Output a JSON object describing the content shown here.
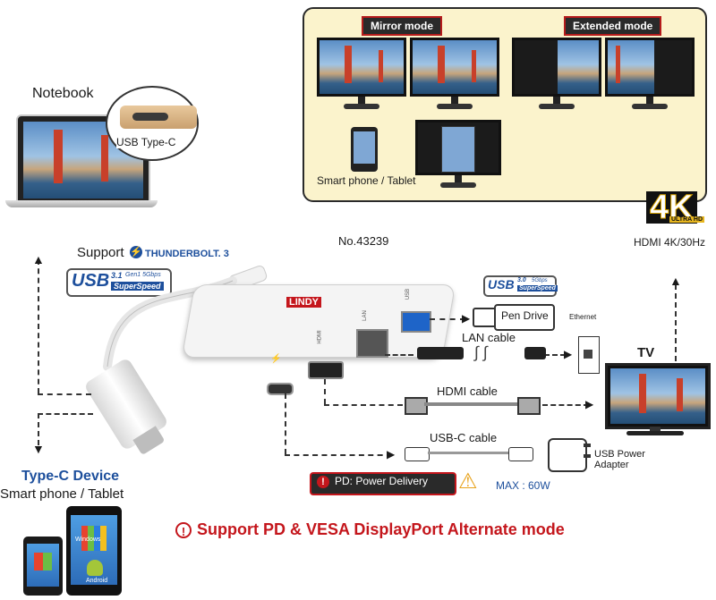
{
  "mode_panel": {
    "mirror_label": "Mirror mode",
    "extended_label": "Extended mode",
    "phone_label": "Smart phone / Tablet"
  },
  "notebook": {
    "title": "Notebook",
    "port_label": "USB Type-C"
  },
  "product": {
    "number": "No.43239",
    "brand": "LINDY",
    "port_labels": [
      "USB",
      "LAN",
      "HDMI"
    ]
  },
  "support": {
    "prefix": "Support",
    "thunderbolt": "THUNDERBOLT. 3",
    "usb_spec": "USB",
    "usb_version": "3.1",
    "usb_gen": "Gen1 5Gbps",
    "usb_speed": "SuperSpeed"
  },
  "pen_drive": {
    "usb_spec": "USB",
    "usb_version": "3.0",
    "usb_gen": "5Gbps",
    "usb_speed": "SuperSpeed",
    "label": "Pen Drive"
  },
  "badges": {
    "hd": "4K",
    "ultra": "ULTRA HD",
    "hdmi_res": "HDMI 4K/30Hz"
  },
  "connections": {
    "ethernet": "Ethernet",
    "lan_cable": "LAN cable",
    "hdmi_cable": "HDMI cable",
    "usbc_cable": "USB-C cable",
    "tv": "TV",
    "usb_power_adapter": "USB Power Adapter"
  },
  "pd": {
    "label": "PD: Power Delivery",
    "max": "MAX : 60W"
  },
  "type_c_device": {
    "title": "Type-C Device",
    "subtitle": "Smart phone / Tablet",
    "os1": "Windows",
    "os2": "Android"
  },
  "footer": {
    "note": "Support PD & VESA DisplayPort Alternate mode"
  },
  "colors": {
    "brand_blue": "#1d4f9c",
    "warning_red": "#c4161c",
    "panel_bg": "#fbf3cc"
  }
}
